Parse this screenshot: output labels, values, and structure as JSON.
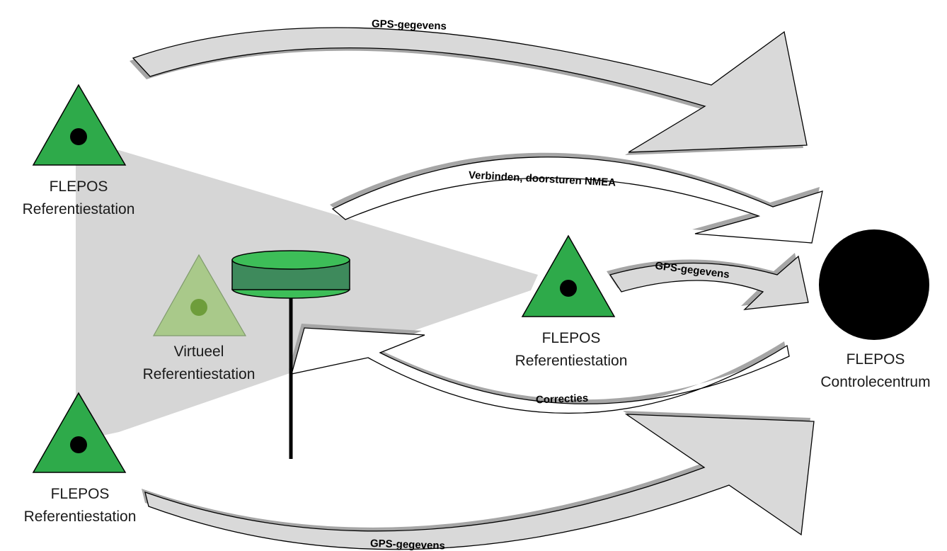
{
  "nodes": {
    "station_top": {
      "line1": "FLEPOS",
      "line2": "Referentiestation"
    },
    "station_bottom": {
      "line1": "FLEPOS",
      "line2": "Referentiestation"
    },
    "station_middle": {
      "line1": "FLEPOS",
      "line2": "Referentiestation"
    },
    "virtual_station": {
      "line1": "Virtueel",
      "line2": "Referentiestation"
    },
    "control_center": {
      "line1": "FLEPOS",
      "line2": "Controlecentrum"
    }
  },
  "arrows": {
    "top_gps": "GPS-gegevens",
    "connect_nmea": "Verbinden, doorsturen NMEA",
    "middle_gps": "GPS-gegevens",
    "corrections": "Correcties",
    "bottom_gps": "GPS-gegevens"
  },
  "colors": {
    "station_green": "#2EAA4A",
    "virtual_green": "#A9C98A",
    "arrow_fill": "#D9D9D9",
    "arrow_shadow": "#A6A6A6",
    "cone_fill": "#D6D6D6",
    "receiver_band": "#3E8A5C",
    "control_center": "#000000"
  }
}
